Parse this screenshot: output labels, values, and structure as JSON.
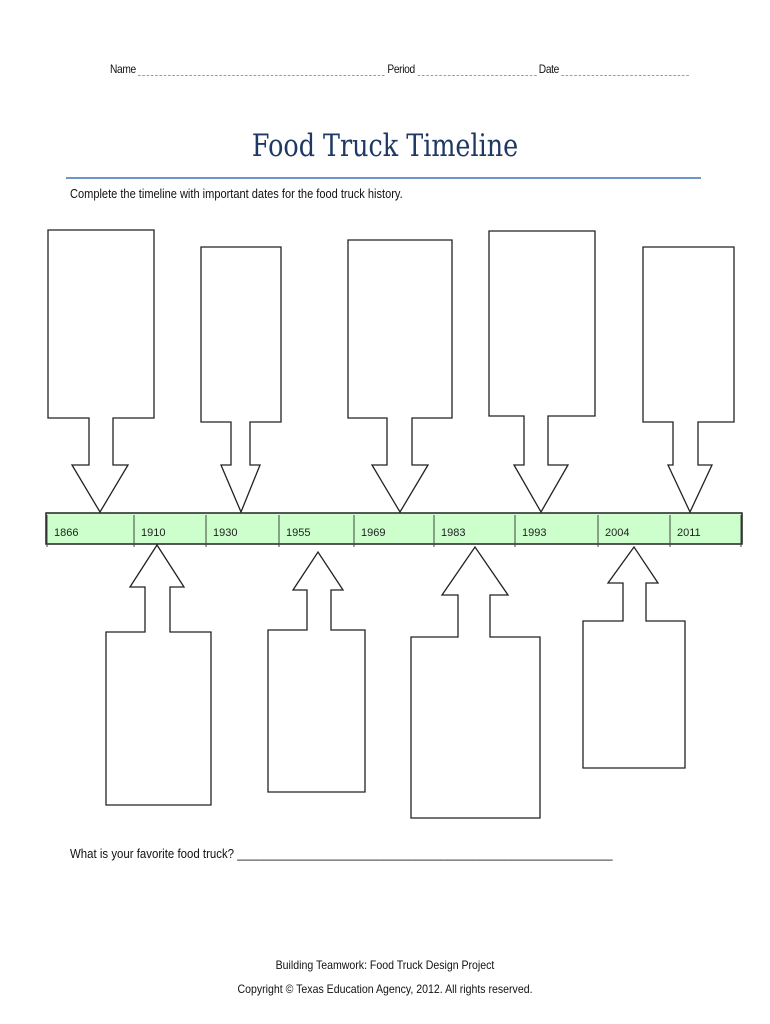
{
  "header": {
    "name_label": "Name",
    "period_label": "Period",
    "date_label": "Date"
  },
  "title": "Food Truck Timeline",
  "instructions": "Complete the timeline with important dates for the food truck history.",
  "timeline": {
    "fill_color": "#ccffcc",
    "years": [
      "1866",
      "1910",
      "1930",
      "1955",
      "1969",
      "1983",
      "1993",
      "2004",
      "2011"
    ]
  },
  "question": "What is your favorite food truck? ___________________________________________________________",
  "footer": {
    "line1": "Building Teamwork: Food Truck Design Project",
    "line2": "Copyright © Texas Education Agency, 2012. All rights reserved."
  }
}
